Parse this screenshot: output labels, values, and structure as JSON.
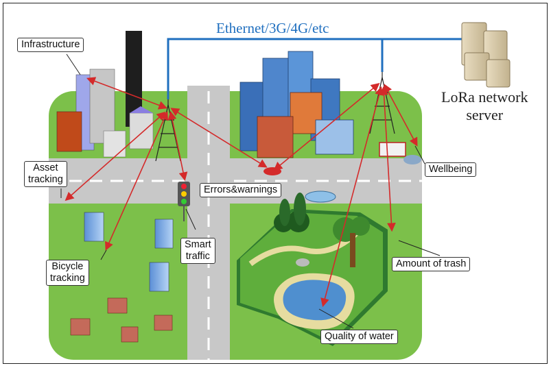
{
  "network_label": "Ethernet/3G/4G/etc",
  "server_label_line1": "LoRa network",
  "server_label_line2": "server",
  "callouts": {
    "infrastructure": "Infrastructure",
    "asset_tracking_line1": "Asset",
    "asset_tracking_line2": "tracking",
    "errors_warnings": "Errors&warnings",
    "wellbeing": "Wellbeing",
    "smart_traffic_line1": "Smart",
    "smart_traffic_line2": "traffic",
    "bicycle_tracking_line1": "Bicycle",
    "bicycle_tracking_line2": "tracking",
    "amount_of_trash": "Amount of trash",
    "quality_of_water": "Quality of water"
  },
  "colors": {
    "network_line": "#1f6fbf",
    "link_arrows": "#d42a2a",
    "grass": "#7cc04a",
    "road": "#c8c8c8"
  }
}
